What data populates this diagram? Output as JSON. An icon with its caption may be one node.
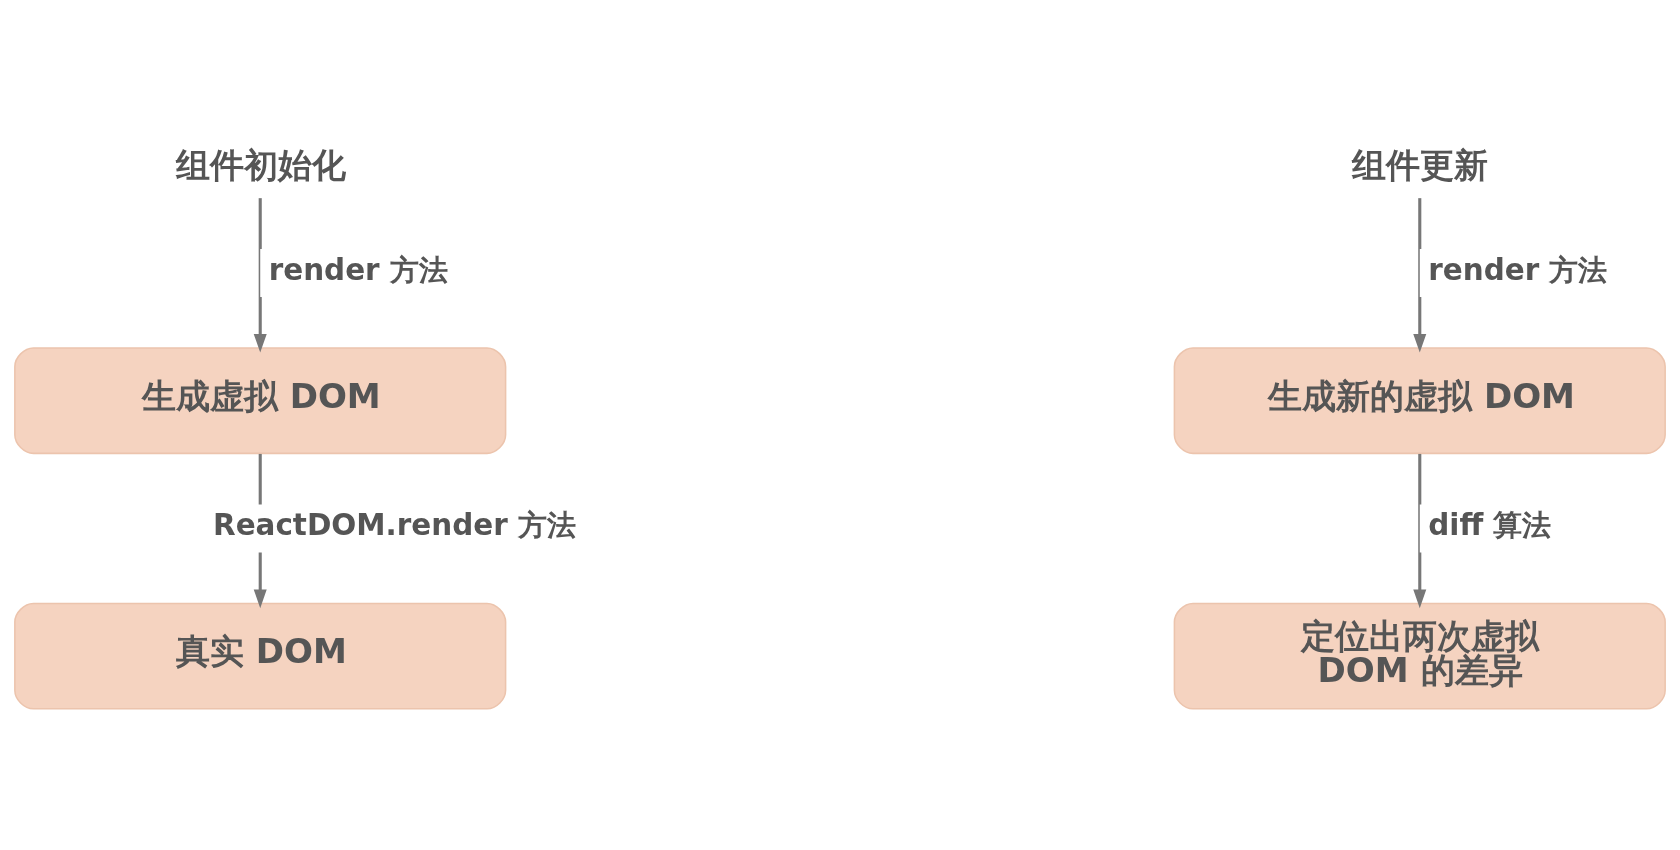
{
  "diagram": {
    "nodes": [
      {
        "text": [
          "组件初始化"
        ]
      },
      {
        "text": [
          "生成虚拟 DOM"
        ]
      },
      {
        "text": [
          "真实 DOM"
        ]
      },
      {
        "text": [
          "组件更新"
        ]
      },
      {
        "text": [
          "生成新的虚拟 DOM"
        ]
      },
      {
        "text": [
          "定位出两次虚拟DOM 的差异"
        ]
      }
    ],
    "edges": [
      {
        "from": 0,
        "to": 1,
        "arrow": "to",
        "label": "render 方法"
      },
      {
        "from": 1,
        "to": 2,
        "arrow": "to",
        "label": "ReactDOM.render 方法"
      },
      {
        "from": 3,
        "to": 4,
        "arrow": "to",
        "label": "render 方法"
      },
      {
        "from": 4,
        "to": 5,
        "arrow": "to",
        "label": "diff 算法"
      }
    ]
  }
}
